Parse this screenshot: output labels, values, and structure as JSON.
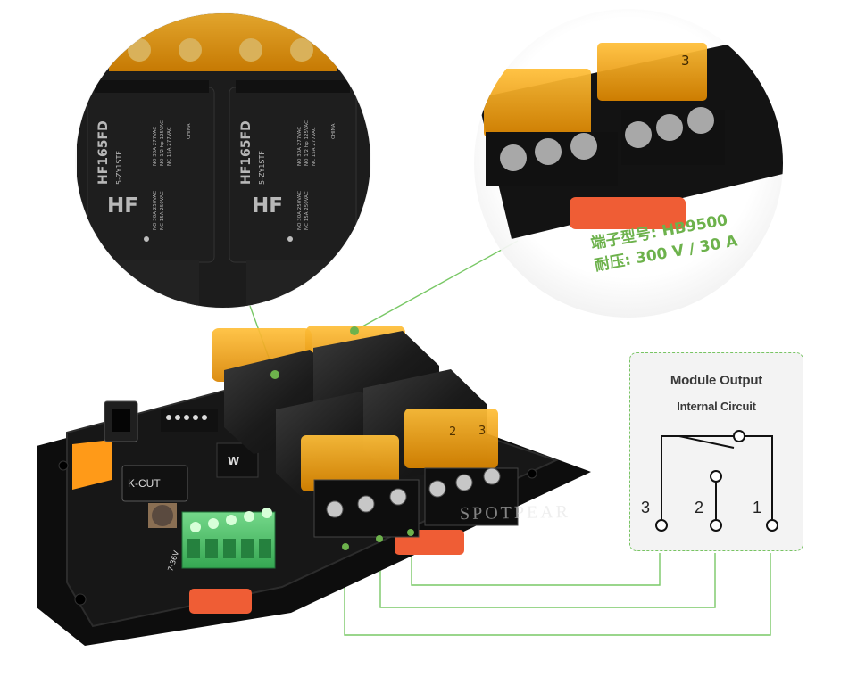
{
  "zoom_callout": {
    "terminal_model_line": "端子型号: HB9500",
    "voltage_rating_line": "耐压: 300 V / 30 A"
  },
  "circuit_diagram": {
    "title": "Module Output",
    "subtitle": "Internal Circuit",
    "pins": {
      "three": "3",
      "two": "2",
      "one": "1"
    }
  },
  "relay_label_left": {
    "model": "HF165FD",
    "variant": "5-ZY1STF",
    "line_a": "NO 30A 277VAC",
    "line_b": "NO 1/2 hp 125VAC",
    "line_c": "NC 15A 277VAC",
    "line_d": "NO 30A 250VAC",
    "line_e": "NC 15A 250VAC",
    "origin": "CHINA"
  },
  "relay_label_right": {
    "model": "HF165FD",
    "variant": "5-ZY1STF",
    "line_a": "NO 30A 277VAC",
    "line_b": "NO 1/2 hp 125VAC",
    "line_c": "NC 15A 277VAC",
    "line_d": "NO 30A 250VAC",
    "line_e": "NC 15A 250VAC",
    "origin": "CHINA"
  },
  "board_labels": {
    "power_range": "7-36V",
    "buck_label": "K-CUT",
    "chip_label": "W",
    "watermark": "SPOTPEAR",
    "cover_numbers": [
      "2",
      "3"
    ]
  },
  "colors": {
    "accent_green": "#6db24c",
    "terminal_orange": "#e79b0f",
    "board_black": "#151515",
    "relay_black": "#1b1b1b",
    "mount_red": "#ef5d35",
    "connector_green": "#51bf69"
  }
}
